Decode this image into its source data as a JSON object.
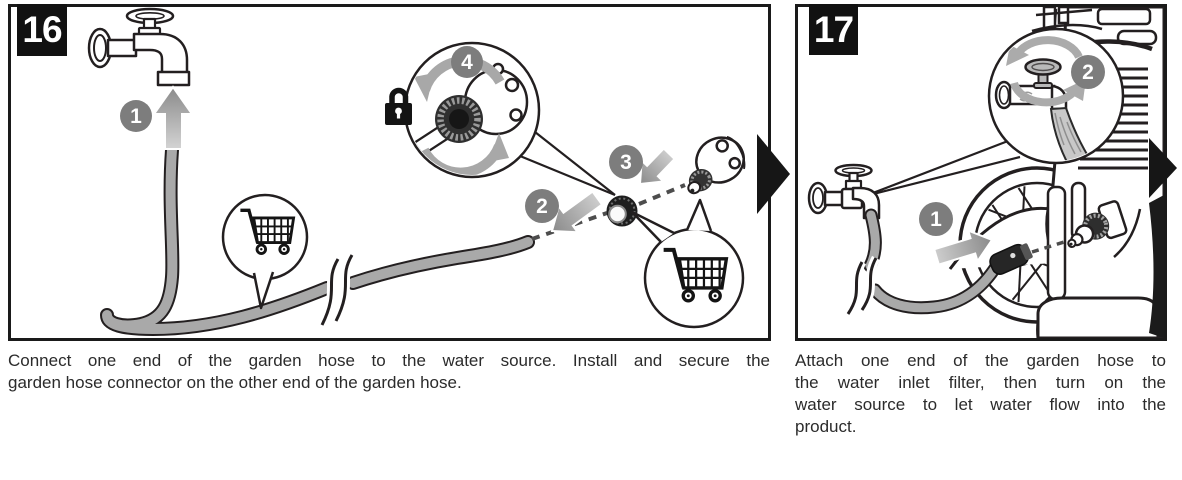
{
  "colors": {
    "ink": "#231f20",
    "panel_border": "#1a1a1a",
    "callout_gray": "#7d7d7d",
    "hose_gray": "#a9a9a9",
    "arrow_gray_dark": "#8a8a8a",
    "arrow_gray_light": "#cdcdcd",
    "caption_text": "#2b2b2b"
  },
  "step16": {
    "number": "16",
    "callouts": {
      "c1": "1",
      "c2": "2",
      "c3": "3",
      "c4": "4"
    },
    "icons": [
      "faucet-icon",
      "shopping-cart-icon",
      "lock-icon",
      "rotate-arrows-icon",
      "next-step-arrow-icon"
    ],
    "caption_lines": [
      "Connect one end of the garden hose to the water source. Install and secure the",
      "garden hose connector on the other end of the garden hose."
    ]
  },
  "step17": {
    "number": "17",
    "callouts": {
      "c1": "1",
      "c2": "2"
    },
    "icons": [
      "faucet-icon",
      "rotate-arrows-icon",
      "pressure-washer-icon",
      "next-step-arrow-icon"
    ],
    "caption_lines": [
      "Attach one end of the garden hose to",
      "the water inlet filter, then turn on the",
      "water source to let water flow into the",
      "product."
    ]
  }
}
